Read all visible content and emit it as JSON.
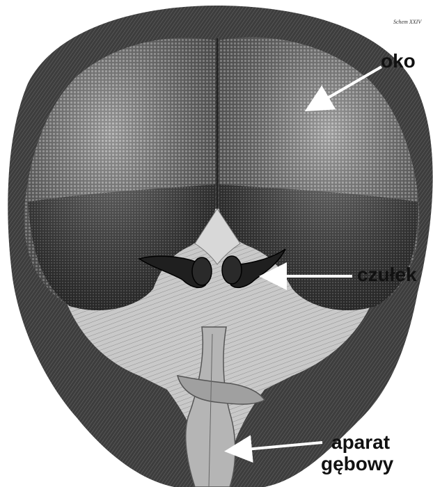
{
  "plate_mark": "Schem XXIV",
  "labels": {
    "eye": "oko",
    "antenna": "czułek",
    "mouthparts_line1": "aparat",
    "mouthparts_line2": "gębowy"
  },
  "colors": {
    "background": "#ffffff",
    "label_text": "#111111",
    "arrow": "#ffffff"
  }
}
